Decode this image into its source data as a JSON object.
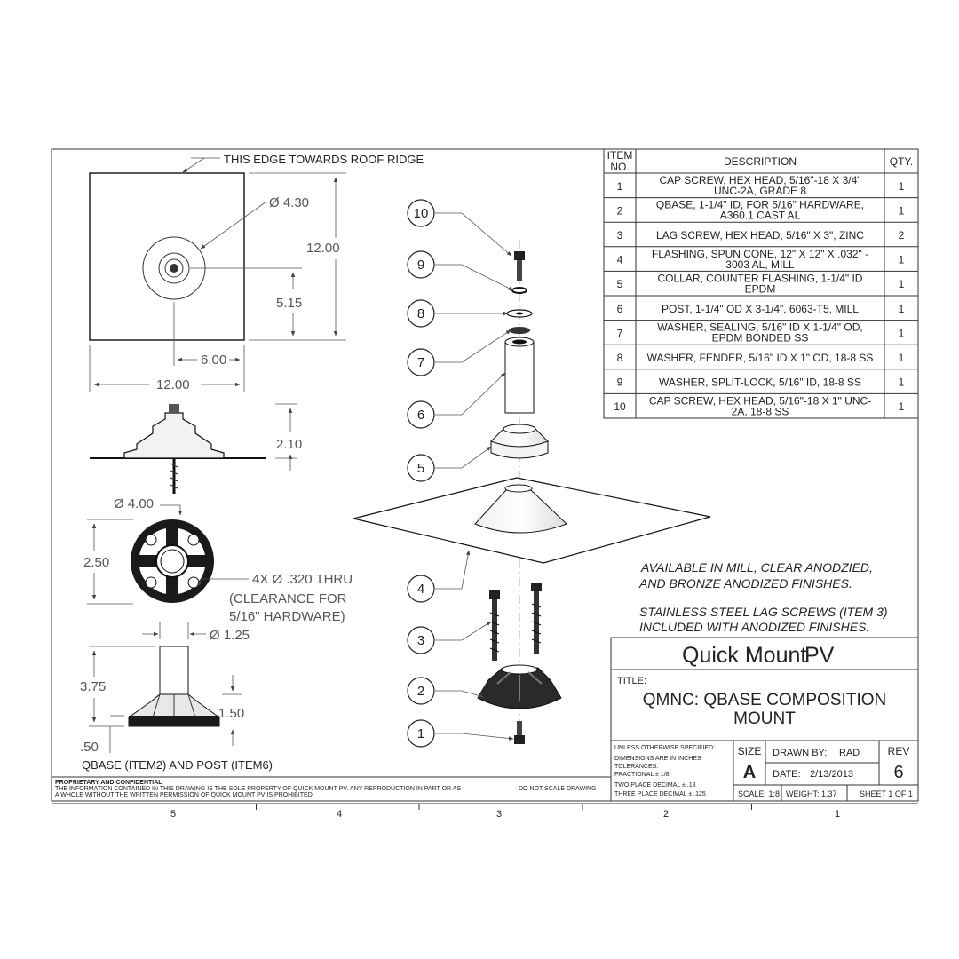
{
  "views": {
    "top_note": "THIS EDGE TOWARDS ROOF RIDGE",
    "top_dims": {
      "diameter": "Ø 4.30",
      "height": "12.00",
      "offset": "5.15",
      "half_width": "6.00",
      "width": "12.00"
    },
    "side_dim": "2.10",
    "base_dims": {
      "diameter": "Ø 4.00",
      "width": "2.50",
      "holes_1": "4X Ø .320 THRU",
      "holes_2": "(CLEARANCE FOR",
      "holes_3": "5/16\" HARDWARE)"
    },
    "post_dims": {
      "diameter": "Ø 1.25",
      "height": "3.75",
      "base_h": "1.50",
      "flange": ".50"
    },
    "post_caption": "QBASE (ITEM2) AND POST (ITEM6)"
  },
  "balloons": [
    "10",
    "9",
    "8",
    "7",
    "6",
    "5",
    "4",
    "3",
    "2",
    "1"
  ],
  "bom": {
    "headers": {
      "item_1": "ITEM",
      "item_2": "NO.",
      "description": "DESCRIPTION",
      "qty": "QTY."
    },
    "rows": [
      {
        "no": "1",
        "d1": "CAP SCREW, HEX HEAD, 5/16\"-18 X 3/4\"",
        "d2": "UNC-2A, GRADE 8",
        "qty": "1"
      },
      {
        "no": "2",
        "d1": "QBASE, 1-1/4\" ID, FOR 5/16\" HARDWARE,",
        "d2": "A360.1 CAST AL",
        "qty": "1"
      },
      {
        "no": "3",
        "d1": "LAG SCREW, HEX HEAD, 5/16\" X 3\", ZINC",
        "d2": "",
        "qty": "2"
      },
      {
        "no": "4",
        "d1": "FLASHING, SPUN CONE, 12\" X 12\" X .032\" -",
        "d2": "3003 AL, MILL",
        "qty": "1"
      },
      {
        "no": "5",
        "d1": "COLLAR, COUNTER FLASHING, 1-1/4\" ID",
        "d2": "EPDM",
        "qty": "1"
      },
      {
        "no": "6",
        "d1": "POST, 1-1/4\" OD X 3-1/4\", 6063-T5, MILL",
        "d2": "",
        "qty": "1"
      },
      {
        "no": "7",
        "d1": "WASHER, SEALING,  5/16\" ID X 1-1/4\" OD,",
        "d2": "EPDM BONDED SS",
        "qty": "1"
      },
      {
        "no": "8",
        "d1": "WASHER, FENDER, 5/16\" ID X 1\" OD, 18-8 SS",
        "d2": "",
        "qty": "1"
      },
      {
        "no": "9",
        "d1": "WASHER, SPLIT-LOCK, 5/16\" ID, 18-8 SS",
        "d2": "",
        "qty": "1"
      },
      {
        "no": "10",
        "d1": "CAP SCREW, HEX HEAD, 5/16\"-18 X 1\" UNC-",
        "d2": "2A, 18-8 SS",
        "qty": "1"
      }
    ]
  },
  "notes": {
    "finish_1": "AVAILABLE IN MILL, CLEAR ANODZIED,",
    "finish_2": "AND BRONZE ANODIZED FINISHES.",
    "lag_1": "STAINLESS STEEL LAG SCREWS (ITEM 3)",
    "lag_2": "INCLUDED WITH ANODIZED FINISHES."
  },
  "title_block": {
    "logo_main": "Quick Mount",
    "logo_pv": "PV",
    "title_label": "TITLE:",
    "title_1": "QMNC: QBASE COMPOSITION",
    "title_2": "MOUNT",
    "unless": "UNLESS OTHERWISE SPECIFIED:",
    "tol_1": "DIMENSIONS ARE IN INCHES",
    "tol_2": "TOLERANCES:",
    "tol_3": "FRACTIONAL ± 1/8",
    "tol_4": "TWO PLACE DECIMAL   ± .18",
    "tol_5": "THREE PLACE DECIMAL  ± .125",
    "size_label": "SIZE",
    "size": "A",
    "drawn_label": "DRAWN BY:",
    "drawn": "RAD",
    "rev_label": "REV",
    "rev": "6",
    "date_label": "DATE:",
    "date": "2/13/2013",
    "scale": "SCALE: 1:8",
    "weight": "WEIGHT: 1.37",
    "sheet": "SHEET 1 OF 1"
  },
  "footer": {
    "prop_title": "PROPRIETARY AND CONFIDENTIAL",
    "prop_1": "THE INFORMATION CONTAINED IN THIS DRAWING IS THE SOLE PROPERTY OF QUICK MOUNT PV.  ANY REPRODUCTION IN PART OR AS",
    "prop_2": "A WHOLE WITHOUT THE WRITTEN PERMISSION OF QUICK MOUNT PV IS PROHIBITED.",
    "no_scale": "DO NOT SCALE DRAWING",
    "zones": [
      "5",
      "4",
      "3",
      "2",
      "1"
    ]
  }
}
